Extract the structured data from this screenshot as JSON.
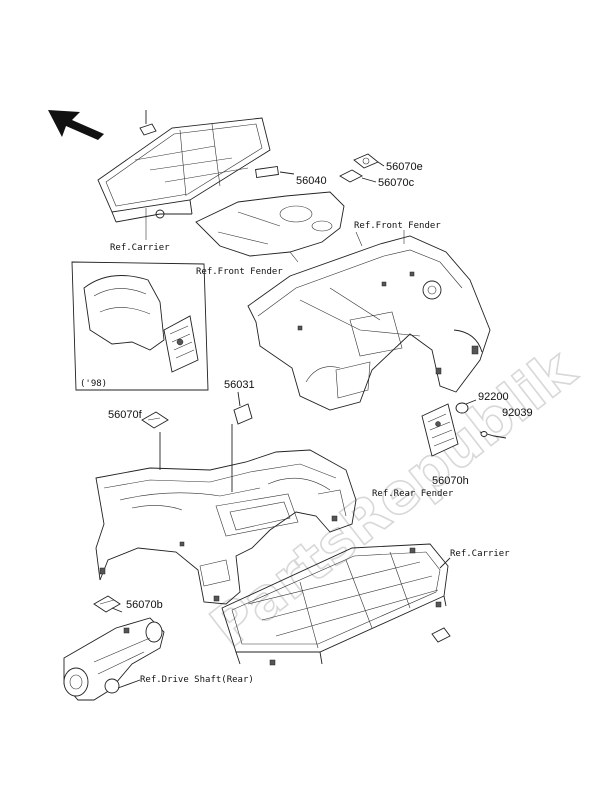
{
  "watermark": "PartsRepublik",
  "labels": {
    "ref_carrier_top": "Ref.Carrier",
    "ref_front_fender_left": "Ref.Front Fender",
    "ref_front_fender_right": "Ref.Front Fender",
    "variant_98": "('98)",
    "ref_rear_fender": "Ref.Rear Fender",
    "ref_carrier_bottom": "Ref.Carrier",
    "ref_drive_shaft": "Ref.Drive Shaft(Rear)"
  },
  "part_numbers": {
    "p56040": "56040",
    "p56070e": "56070e",
    "p56070c": "56070c",
    "p56031": "56031",
    "p56070f": "56070f",
    "p92200": "92200",
    "p92039": "92039",
    "p56070h": "56070h",
    "p56070b": "56070b"
  },
  "icons": {
    "direction": "front-direction-arrow-icon"
  }
}
